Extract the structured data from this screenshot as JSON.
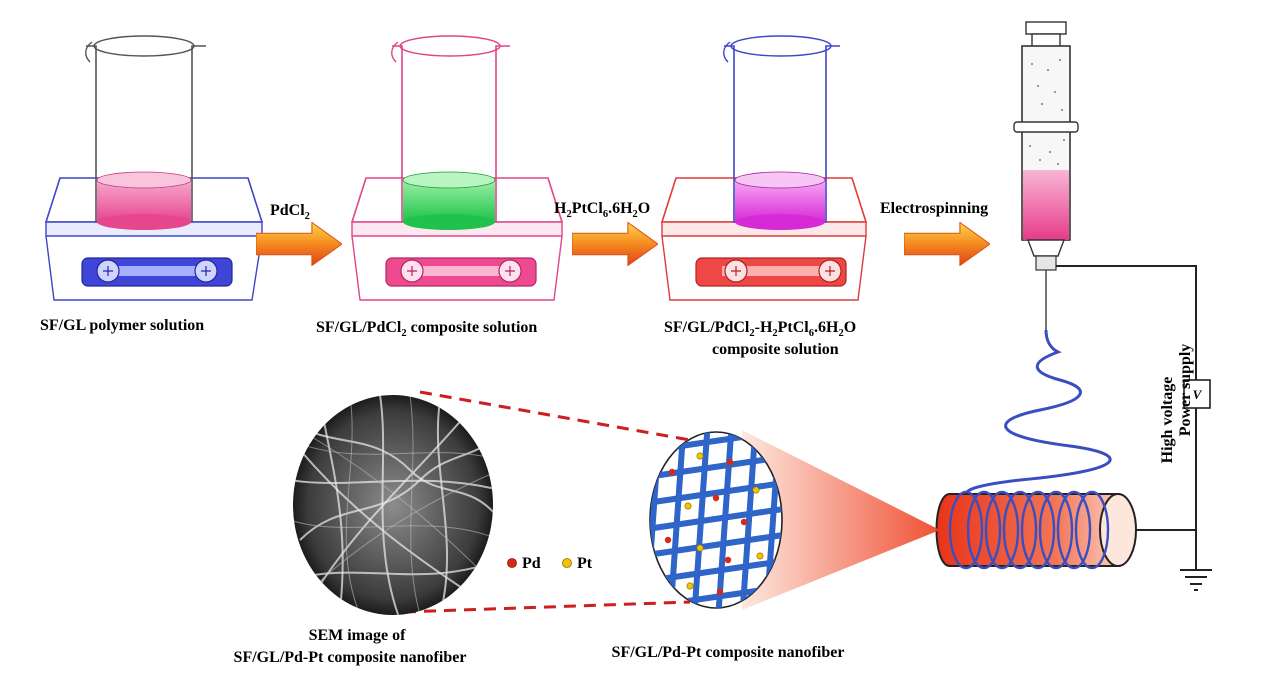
{
  "steps": [
    {
      "caption": "SF/GL polymer solution",
      "solution_color": "#e8458f"
    },
    {
      "caption_main": "SF/GL/PdCl",
      "caption_sub": "2",
      "caption_tail": " composite solution",
      "solution_color": "#33d65a"
    },
    {
      "caption_line1_a": "SF/GL/PdCl",
      "caption_line1_sub1": "2",
      "caption_line1_b": "-H",
      "caption_line1_sub2": "2",
      "caption_line1_c": "PtCl",
      "caption_line1_sub3": "6",
      "caption_line1_d": ".6H",
      "caption_line1_sub4": "2",
      "caption_line1_e": "O",
      "caption_line2": "composite solution",
      "solution_color": "#e23ce0"
    }
  ],
  "arrows": [
    {
      "label_main": "PdCl",
      "label_sub": "2"
    },
    {
      "label_a": "H",
      "label_sub1": "2",
      "label_b": "PtCl",
      "label_sub2": "6",
      "label_c": ".6H",
      "label_sub3": "2",
      "label_d": "O"
    },
    {
      "label": "Electrospinning"
    }
  ],
  "power_supply": {
    "line1": "High voltage",
    "line2": "Power supply",
    "meter": "V"
  },
  "legend": {
    "pd": "Pd",
    "pt": "Pt",
    "pd_color": "#d62a16",
    "pt_color": "#f2c300"
  },
  "sem": {
    "line1": "SEM image of",
    "line2": "SF/GL/Pd-Pt composite nanofiber"
  },
  "nanofiber": {
    "caption": "SF/GL/Pd-Pt composite nanofiber"
  },
  "colors": {
    "fiber": "#3a4fbf",
    "collector": "#f0603a",
    "arrow": "#f07a1c"
  }
}
